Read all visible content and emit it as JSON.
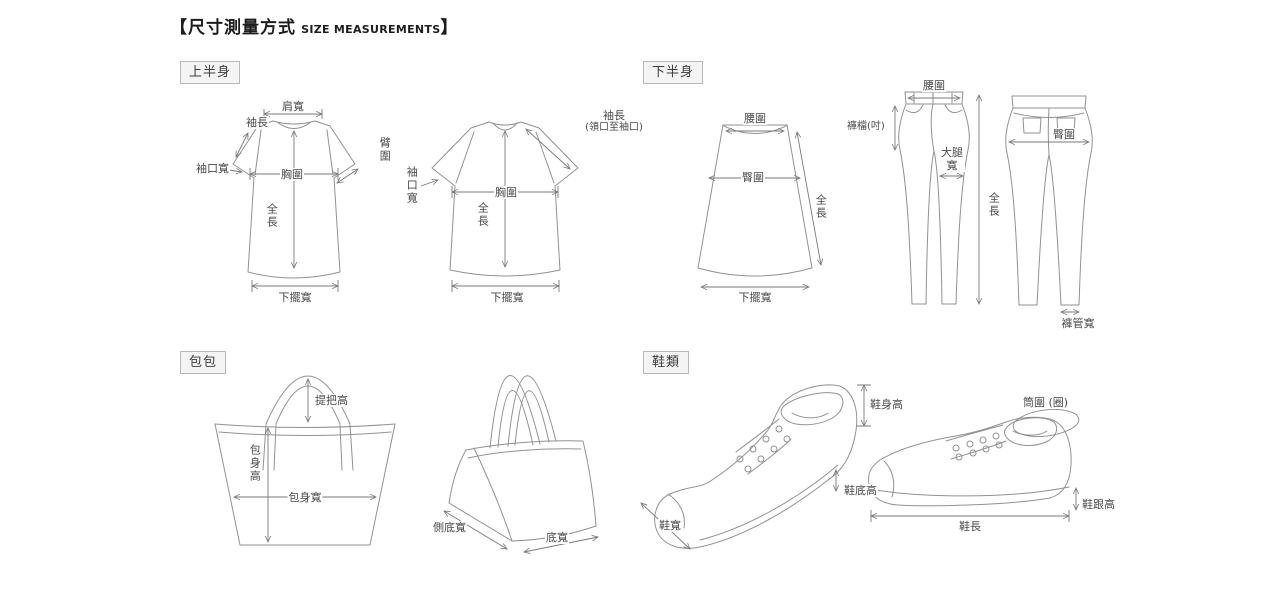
{
  "title": {
    "prefix": "【",
    "zh": "尺寸測量方式",
    "en": "SIZE MEASUREMENTS",
    "suffix": "】"
  },
  "sections": {
    "upper_body": "上半身",
    "lower_body": "下半身",
    "bags": "包包",
    "shoes": "鞋類"
  },
  "shirt1": {
    "shoulder_width": "肩寬",
    "sleeve_length": "袖長",
    "arm_circumference": "臂圍",
    "cuff_width": "袖口寬",
    "chest": "胸圍",
    "total_length": "全長",
    "hem_width": "下擺寬"
  },
  "shirt2": {
    "sleeve_length": "袖長",
    "sleeve_note": "(領口至袖口)",
    "cuff_width": "袖口寬",
    "chest": "胸圍",
    "total_length": "全長",
    "hem_width": "下擺寬"
  },
  "skirt": {
    "waist": "腰圍",
    "hip": "臀圍",
    "total_length": "全長",
    "hem_width": "下擺寬"
  },
  "pants": {
    "waist": "腰圍",
    "crotch": "褲檔(吋)",
    "thigh_width": "大腿寬",
    "total_length": "全長",
    "hip": "臀圍",
    "leg_opening_width": "褲管寬"
  },
  "bag": {
    "handle_height": "提把高",
    "body_height": "包身高",
    "body_width": "包身寬",
    "side_bottom_width": "側底寬",
    "bottom_width": "底寬"
  },
  "shoe": {
    "body_height": "鞋身高",
    "sole_height": "鞋底高",
    "width": "鞋寬",
    "shaft_circumference": "筒圍 (圈)",
    "heel_height": "鞋跟高",
    "length": "鞋長"
  },
  "colors": {
    "line": "#929292",
    "label": "#4a4a4a",
    "tag_bg": "#f4f4f4"
  }
}
